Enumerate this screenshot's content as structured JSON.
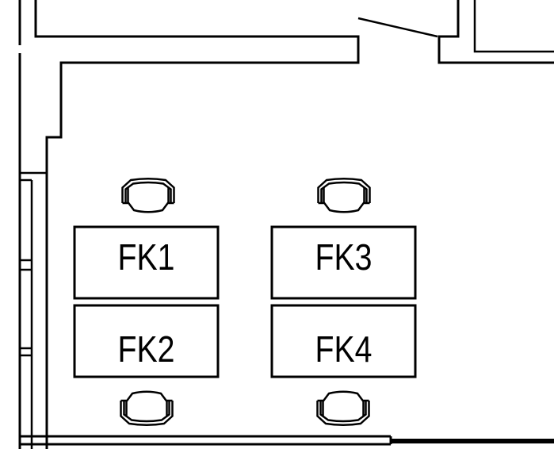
{
  "drawing": {
    "background_color": "#ffffff",
    "line_color": "#000000"
  },
  "desks": [
    {
      "label": "FK1"
    },
    {
      "label": "FK2"
    },
    {
      "label": "FK3"
    },
    {
      "label": "FK4"
    }
  ],
  "icons": {
    "chair": "office-chair-top-view"
  }
}
